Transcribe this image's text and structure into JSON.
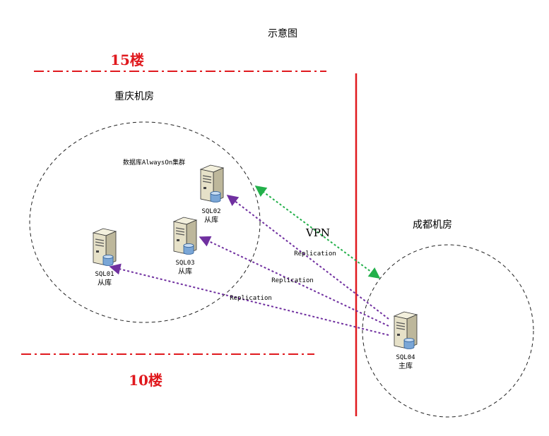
{
  "title": "示意图",
  "floors": {
    "upper": "15楼",
    "lower": "10楼"
  },
  "rooms": {
    "chongqing": "重庆机房",
    "chengdu": "成都机房"
  },
  "cluster_label": "数据库AlwaysOn集群",
  "servers": [
    {
      "id": "SQL01",
      "name": "SQL01",
      "role": "从库"
    },
    {
      "id": "SQL02",
      "name": "SQL02",
      "role": "从库"
    },
    {
      "id": "SQL03",
      "name": "SQL03",
      "role": "从库"
    },
    {
      "id": "SQL04",
      "name": "SQL04",
      "role": "主库"
    }
  ],
  "links": {
    "vpn": "VPN",
    "replication_1": "Replication",
    "replication_2": "Replication",
    "replication_3": "Replication"
  },
  "colors": {
    "floor_text": "#e0191e",
    "boundary": "#e0191e",
    "replication": "#7030a0",
    "vpn": "#22b04a",
    "circle": "#222222",
    "server_body": "#e6e1c8",
    "disk": "#7aa6d6"
  },
  "icons": {
    "server": "server-database-icon"
  }
}
